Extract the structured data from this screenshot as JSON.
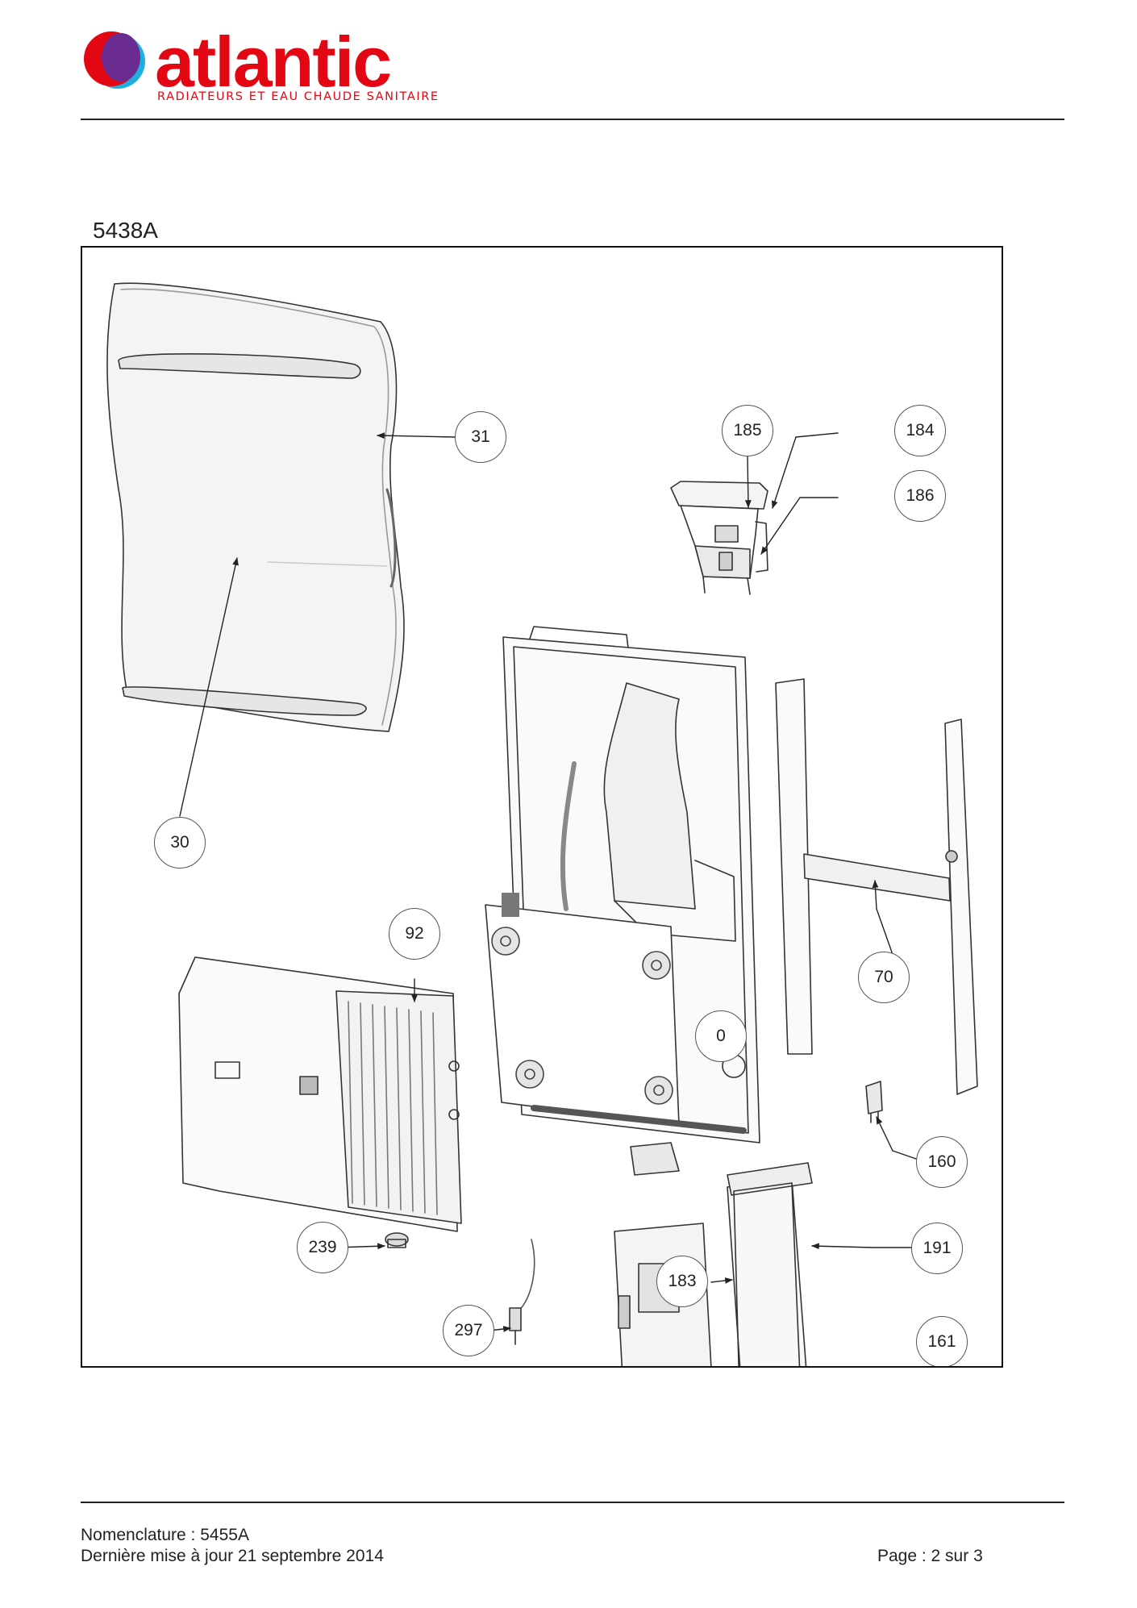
{
  "header": {
    "brand_name": "atlantic",
    "tagline": "RADIATEURS ET EAU CHAUDE SANITAIRE",
    "brand_color": "#e30613",
    "logo_colors": [
      "#e30613",
      "#6a2c91",
      "#1faee0"
    ]
  },
  "diagram": {
    "reference": "5438A",
    "callouts": [
      {
        "id": "31",
        "label": "31"
      },
      {
        "id": "30",
        "label": "30"
      },
      {
        "id": "185",
        "label": "185"
      },
      {
        "id": "184",
        "label": "184"
      },
      {
        "id": "186",
        "label": "186"
      },
      {
        "id": "92",
        "label": "92"
      },
      {
        "id": "70",
        "label": "70"
      },
      {
        "id": "0",
        "label": "0"
      },
      {
        "id": "160",
        "label": "160"
      },
      {
        "id": "239",
        "label": "239"
      },
      {
        "id": "191",
        "label": "191"
      },
      {
        "id": "183",
        "label": "183"
      },
      {
        "id": "297",
        "label": "297"
      },
      {
        "id": "161",
        "label": "161"
      }
    ]
  },
  "footer": {
    "nomenclature": "Nomenclature : 5455A",
    "last_update": "Dernière mise à jour 21 septembre 2014",
    "page": "Page : 2 sur 3"
  }
}
